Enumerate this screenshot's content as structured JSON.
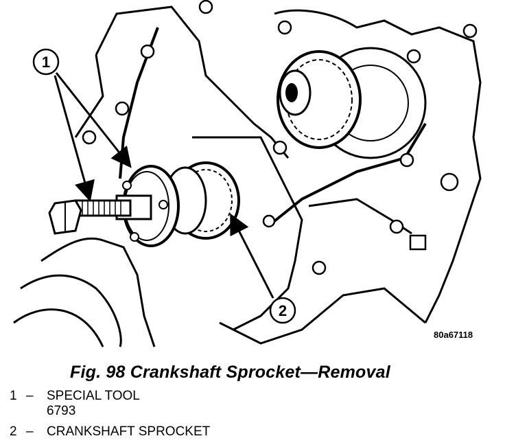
{
  "callouts": [
    {
      "number": "1"
    },
    {
      "number": "2"
    }
  ],
  "reference_code": "80a67118",
  "caption": "Fig. 98 Crankshaft Sprocket—Removal",
  "legend": [
    {
      "number": "1",
      "dash": "–",
      "lines": [
        "SPECIAL TOOL",
        "6793"
      ]
    },
    {
      "number": "2",
      "dash": "–",
      "lines": [
        "CRANKSHAFT SPROCKET"
      ]
    }
  ]
}
